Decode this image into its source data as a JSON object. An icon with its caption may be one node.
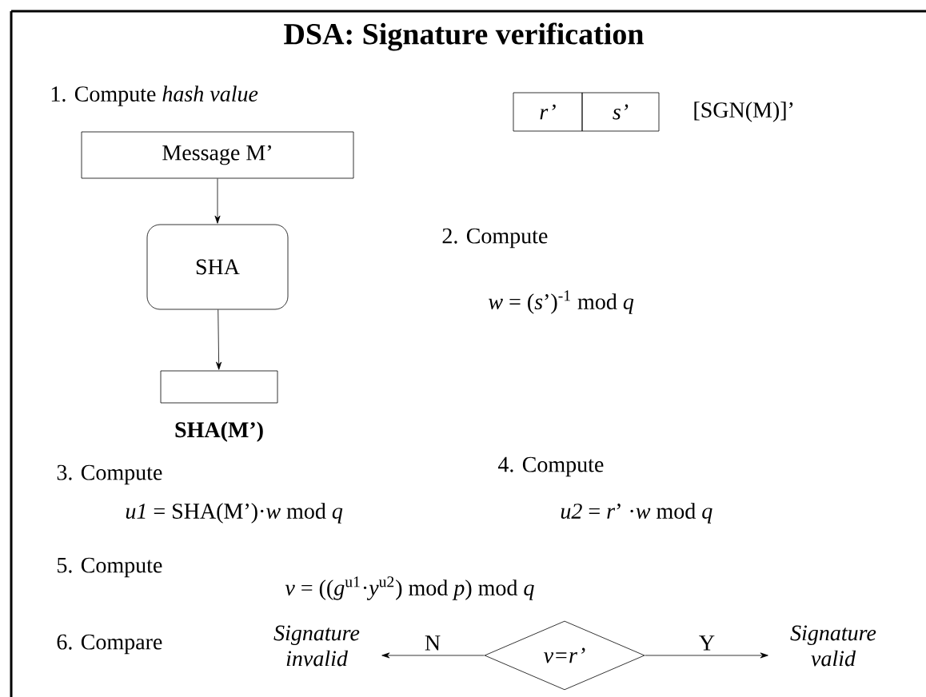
{
  "diagram": {
    "title": "DSA: Signature verification",
    "nodes": [
      {
        "text": [
          "Message M’"
        ]
      },
      {
        "text": [
          "SHA"
        ]
      },
      {
        "text": [],
        "shape": "box",
        "beside": [
          "SHA(M’)"
        ]
      },
      {
        "text": [
          "r’"
        ]
      },
      {
        "text": [
          "s’"
        ]
      },
      {
        "text": [
          "v=r’"
        ]
      },
      {
        "text": [
          "Signature invalid"
        ]
      },
      {
        "text": [
          "Signature valid"
        ]
      }
    ],
    "edges": [
      {
        "from": 0,
        "to": 1,
        "arrow": "to"
      },
      {
        "from": 1,
        "to": 2,
        "arrow": "to"
      },
      {
        "from": 5,
        "to": 6,
        "arrow": "to",
        "label": "N"
      },
      {
        "from": 5,
        "to": 7,
        "arrow": "to",
        "label": "Y"
      }
    ],
    "labels": [
      "1. Compute *hash value*",
      "[SGN(M)]’",
      "2. Compute",
      "*w* = (*s*’)$^{-1}$ mod *q*",
      "3. Compute",
      "*u1* = SHA(M’)·*w* mod *q*",
      "4. Compute",
      "*u2* = *r*’ ·*w* mod *q*",
      "5. Compute",
      "*v*  = ((*g*$^{u1}$·*y*$^{u2}$) mod *p*) mod *q*",
      "6. Compare"
    ]
  }
}
